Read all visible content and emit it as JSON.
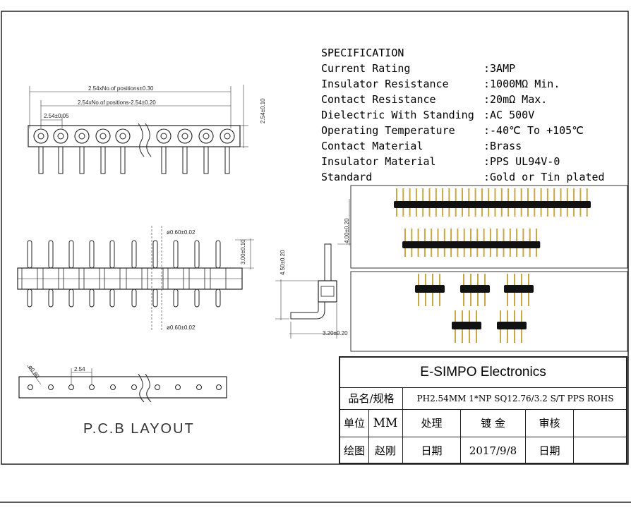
{
  "specification": {
    "title": "SPECIFICATION",
    "rows": [
      {
        "label": "Current Rating",
        "value": ":3AMP"
      },
      {
        "label": "Insulator Resistance",
        "value": ":1000MΩ Min."
      },
      {
        "label": "Contact Resistance",
        "value": ":20mΩ Max."
      },
      {
        "label": "Dielectric With Standing",
        "value": ":AC 500V"
      },
      {
        "label": "Operating Temperature",
        "value": ":-40℃ To +105℃"
      },
      {
        "label": "Contact Material",
        "value": ":Brass"
      },
      {
        "label": "Insulator Material",
        "value": ":PPS UL94V-0"
      },
      {
        "label": "Standard",
        "value": ":Gold or Tin plated"
      }
    ]
  },
  "dimensions": {
    "overall": "2.54xNo.of positions±0.30",
    "inner": "2.54xNo.of positions-2.54±0.20",
    "pitch": "2.54±0.05",
    "height_top": "2.54±0.10",
    "pin_dia_top": "ø0.60±0.02",
    "pin_dia_bottom": "ø0.60±0.02",
    "upper_pin": "3.00±0.10",
    "side_total": "4.50±0.20",
    "side_upper": "4.00±0.20",
    "side_tail": "3.20±0.20",
    "pcb_hole": "ø0.80",
    "pcb_pitch": "2.54"
  },
  "pcb_layout_label": "P.C.B LAYOUT",
  "title_block": {
    "company": "E-SIMPO Electronics",
    "name_label": "品名/规格",
    "name_value": "PH2.54MM 1*NP SQ12.76/3.2 S/T PPS ROHS",
    "unit_label": "单位",
    "unit_value": "MM",
    "process_label": "处理",
    "process_value": "镀 金",
    "review_label": "审核",
    "drawn_label": "绘图",
    "drawn_value": "赵刚",
    "date_label": "日期",
    "date_value": "2017/9/8",
    "date_label2": "日期"
  }
}
